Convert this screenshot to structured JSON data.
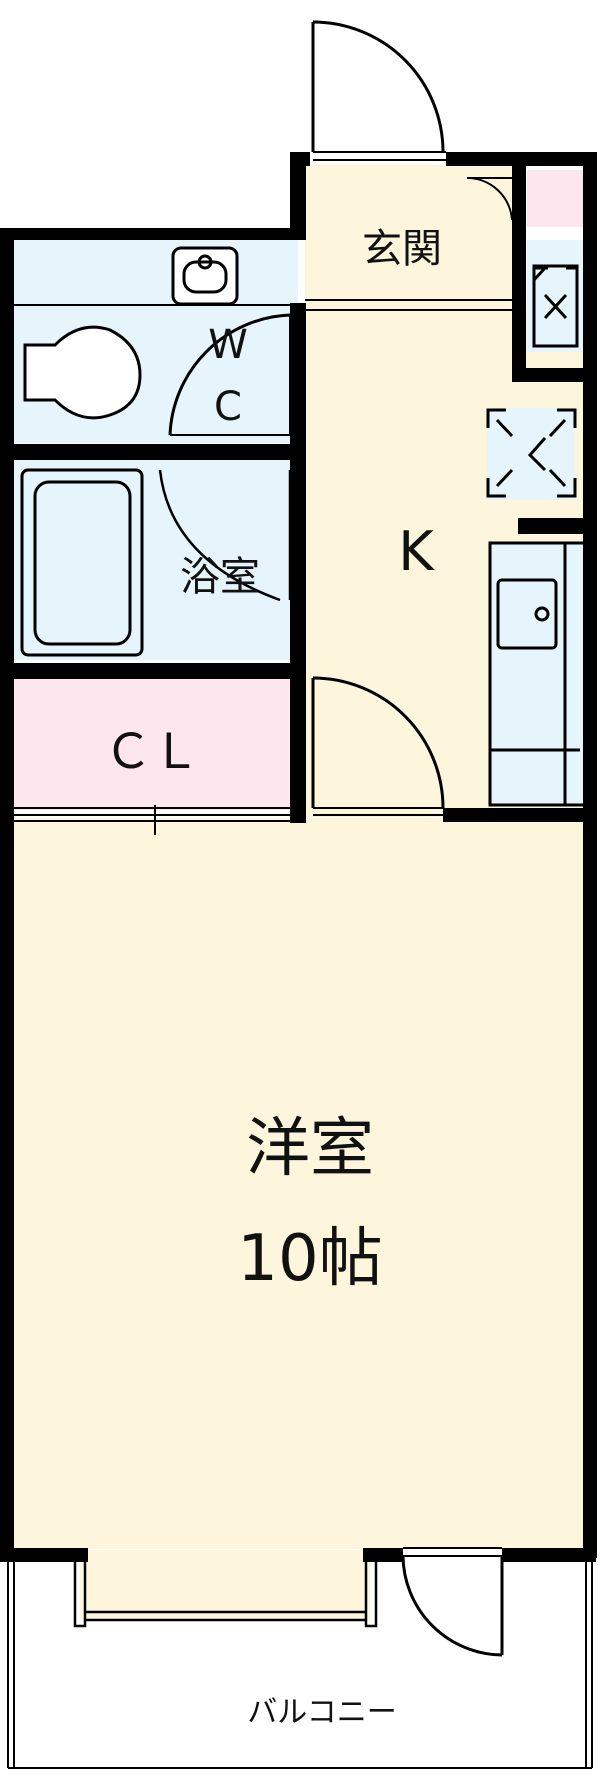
{
  "rooms": {
    "genkan": "玄関",
    "wc_w": "W",
    "wc_c": "C",
    "bath": "浴室",
    "kitchen": "K",
    "closet": "ＣＬ",
    "western_room": "洋室",
    "western_size": "10帖",
    "balcony": "バルコニー"
  },
  "colors": {
    "wall": "#000000",
    "cream": "#fdf6dd",
    "wet_blue": "#e6f5fb",
    "closet_pink": "#fde6ee",
    "fixture_gray": "#555555"
  }
}
